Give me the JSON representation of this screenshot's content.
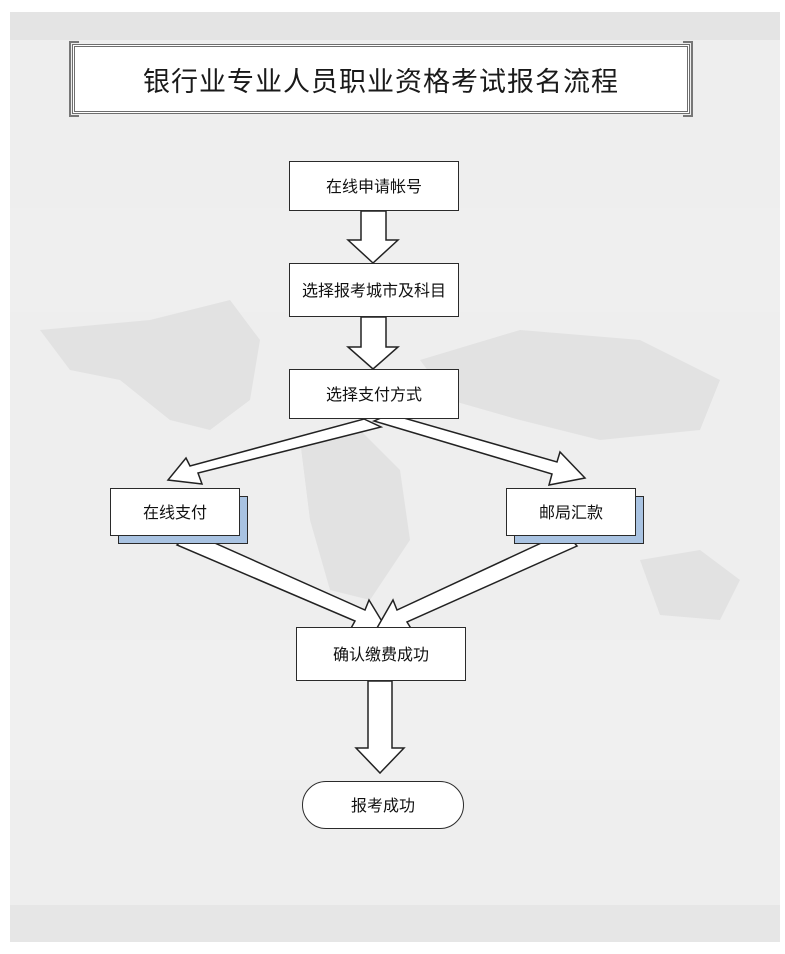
{
  "title": "银行业专业人员职业资格考试报名流程",
  "nodes": {
    "apply_account": "在线申请帐号",
    "select_city_subject": "选择报考城市及科目",
    "select_payment": "选择支付方式",
    "online_payment": "在线支付",
    "postal_remittance": "邮局汇款",
    "confirm_payment": "确认缴费成功",
    "registration_success": "报考成功"
  },
  "colors": {
    "background": "#eeeeee",
    "node_fill": "#ffffff",
    "node_border": "#2a2a2a",
    "shadow": "#a9c3e2",
    "arrow_fill": "#ffffff"
  }
}
